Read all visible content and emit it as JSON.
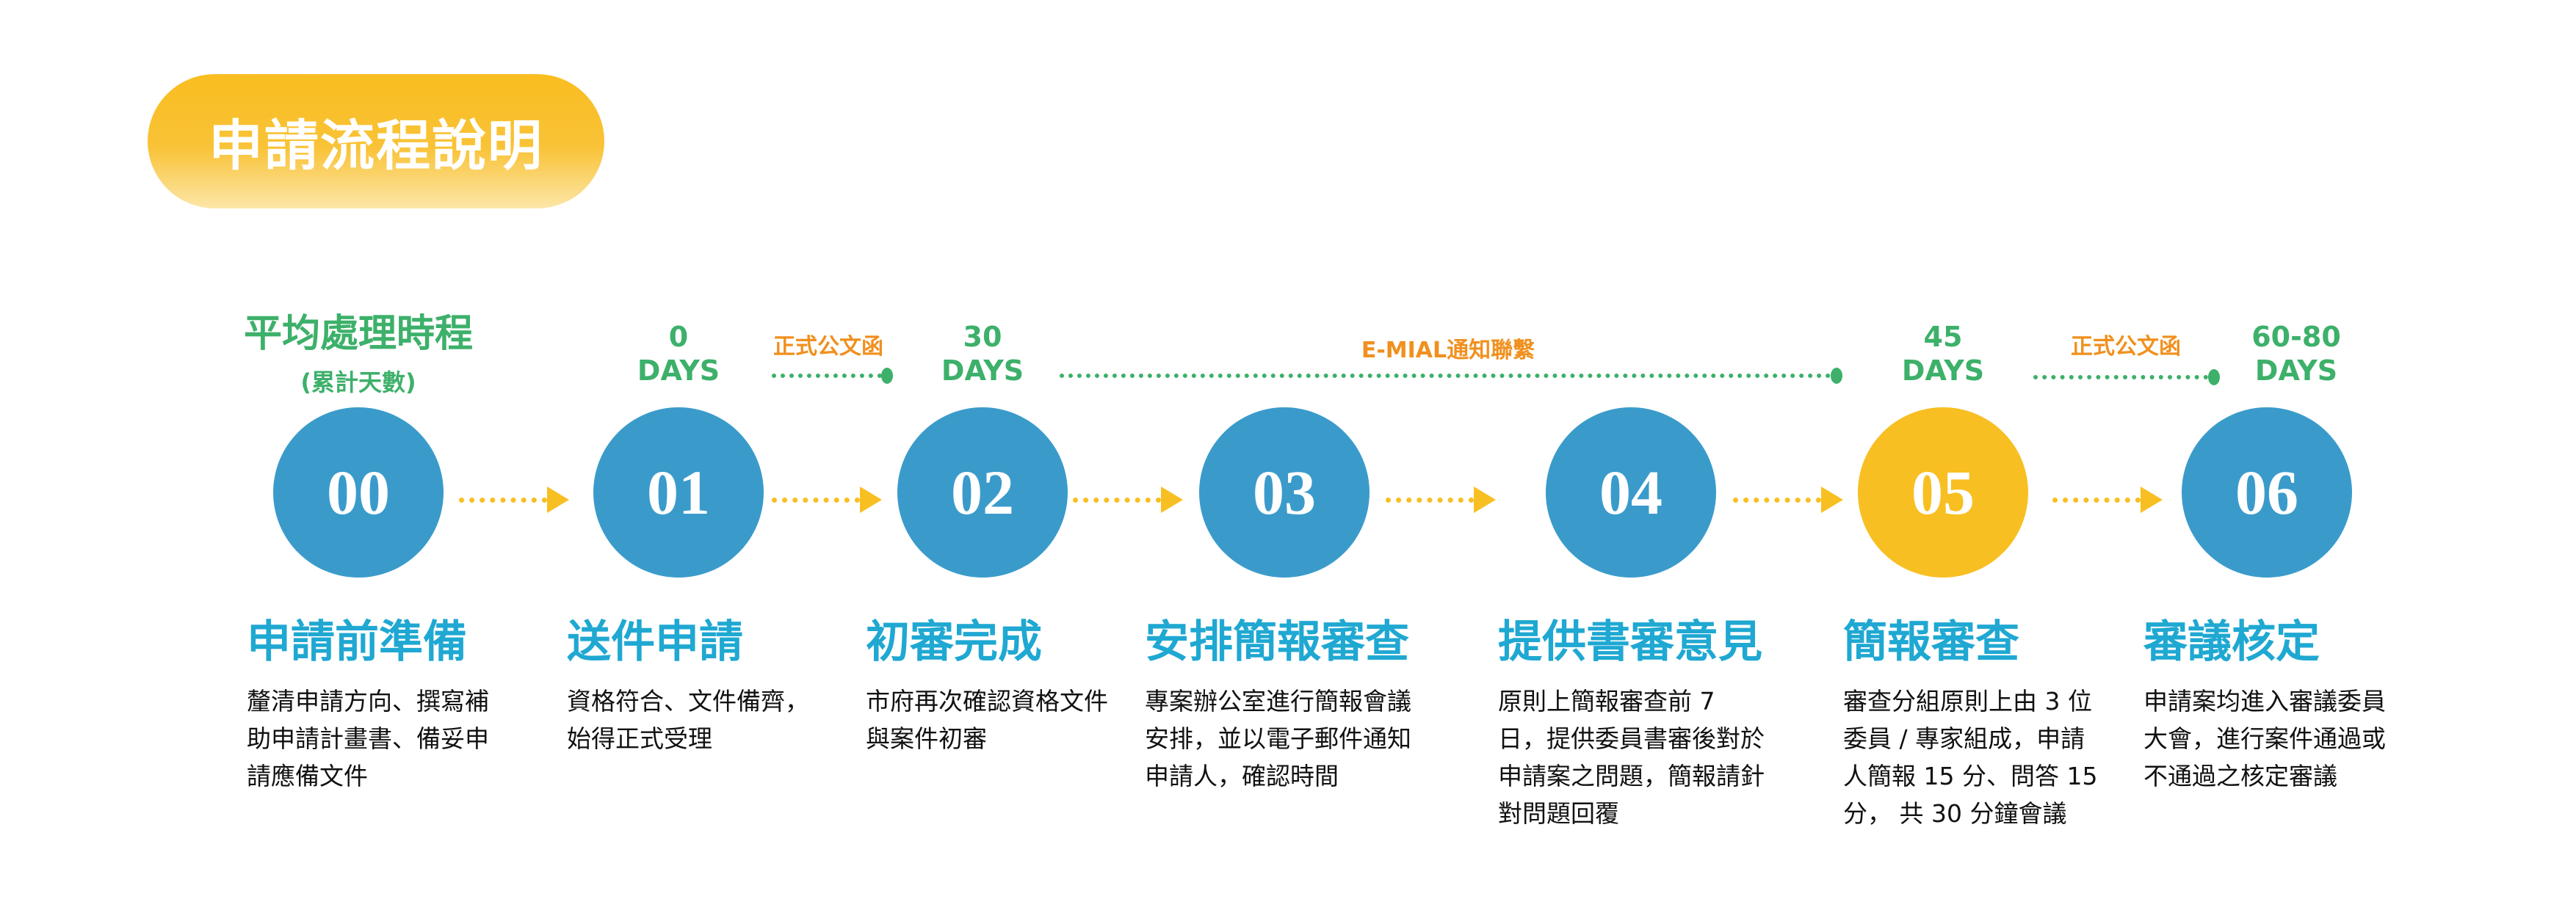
{
  "title": "申請流程說明",
  "timeline": {
    "label": "平均處理時程",
    "sublabel": "(累計天數)",
    "days": [
      {
        "num": "0",
        "unit": "DAYS"
      },
      {
        "num": "30",
        "unit": "DAYS"
      },
      {
        "num": "45",
        "unit": "DAYS"
      },
      {
        "num": "60-80",
        "unit": "DAYS"
      }
    ],
    "connectors": [
      "正式公文函",
      "E-MIAL通知聯繫",
      "正式公文函"
    ]
  },
  "colors": {
    "step": "#3a9bcb",
    "highlight": "#f8bf22",
    "heading": "#1fa8d2",
    "days": "#3db06a",
    "note": "#f0901e"
  },
  "steps": [
    {
      "num": "00",
      "title": "申請前準備",
      "desc": "釐清申請方向、撰寫補助申請計畫書、備妥申請應備文件"
    },
    {
      "num": "01",
      "title": "送件申請",
      "desc": "資格符合、文件備齊，始得正式受理"
    },
    {
      "num": "02",
      "title": "初審完成",
      "desc": "市府再次確認資格文件與案件初審"
    },
    {
      "num": "03",
      "title": "安排簡報審查",
      "desc": "專案辦公室進行簡報會議安排，並以電子郵件通知申請人，確認時間"
    },
    {
      "num": "04",
      "title": "提供書審意見",
      "desc": "原則上簡報審查前 7 日，提供委員書審後對於申請案之問題，簡報請針對問題回覆"
    },
    {
      "num": "05",
      "title": "簡報審查",
      "desc": "審查分組原則上由 3 位委員 / 專家組成，申請人簡報 15 分、問答 15 分， 共 30 分鐘會議"
    },
    {
      "num": "06",
      "title": "審議核定",
      "desc": "申請案均進入審議委員大會，進行案件通過或不通過之核定審議"
    }
  ]
}
